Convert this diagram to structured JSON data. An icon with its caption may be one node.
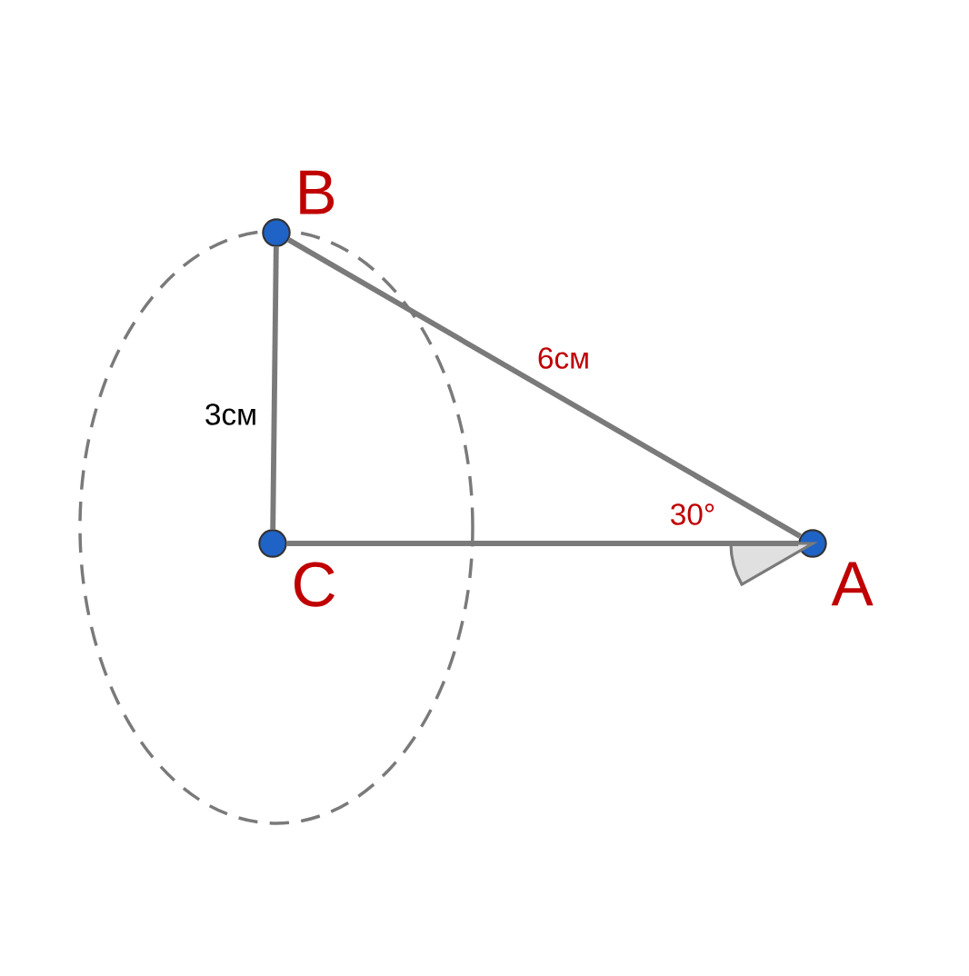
{
  "diagram": {
    "nodes": [
      {
        "text": [
          "B"
        ]
      },
      {
        "text": [
          "C"
        ]
      },
      {
        "text": [
          "A"
        ]
      }
    ],
    "edges": [
      {
        "from": 0,
        "to": 1,
        "arrow": "none",
        "label": "3см"
      },
      {
        "from": 1,
        "to": 2,
        "arrow": "none"
      },
      {
        "from": 0,
        "to": 2,
        "arrow": "none",
        "label": "6см"
      }
    ],
    "labels": [
      "30°"
    ]
  }
}
